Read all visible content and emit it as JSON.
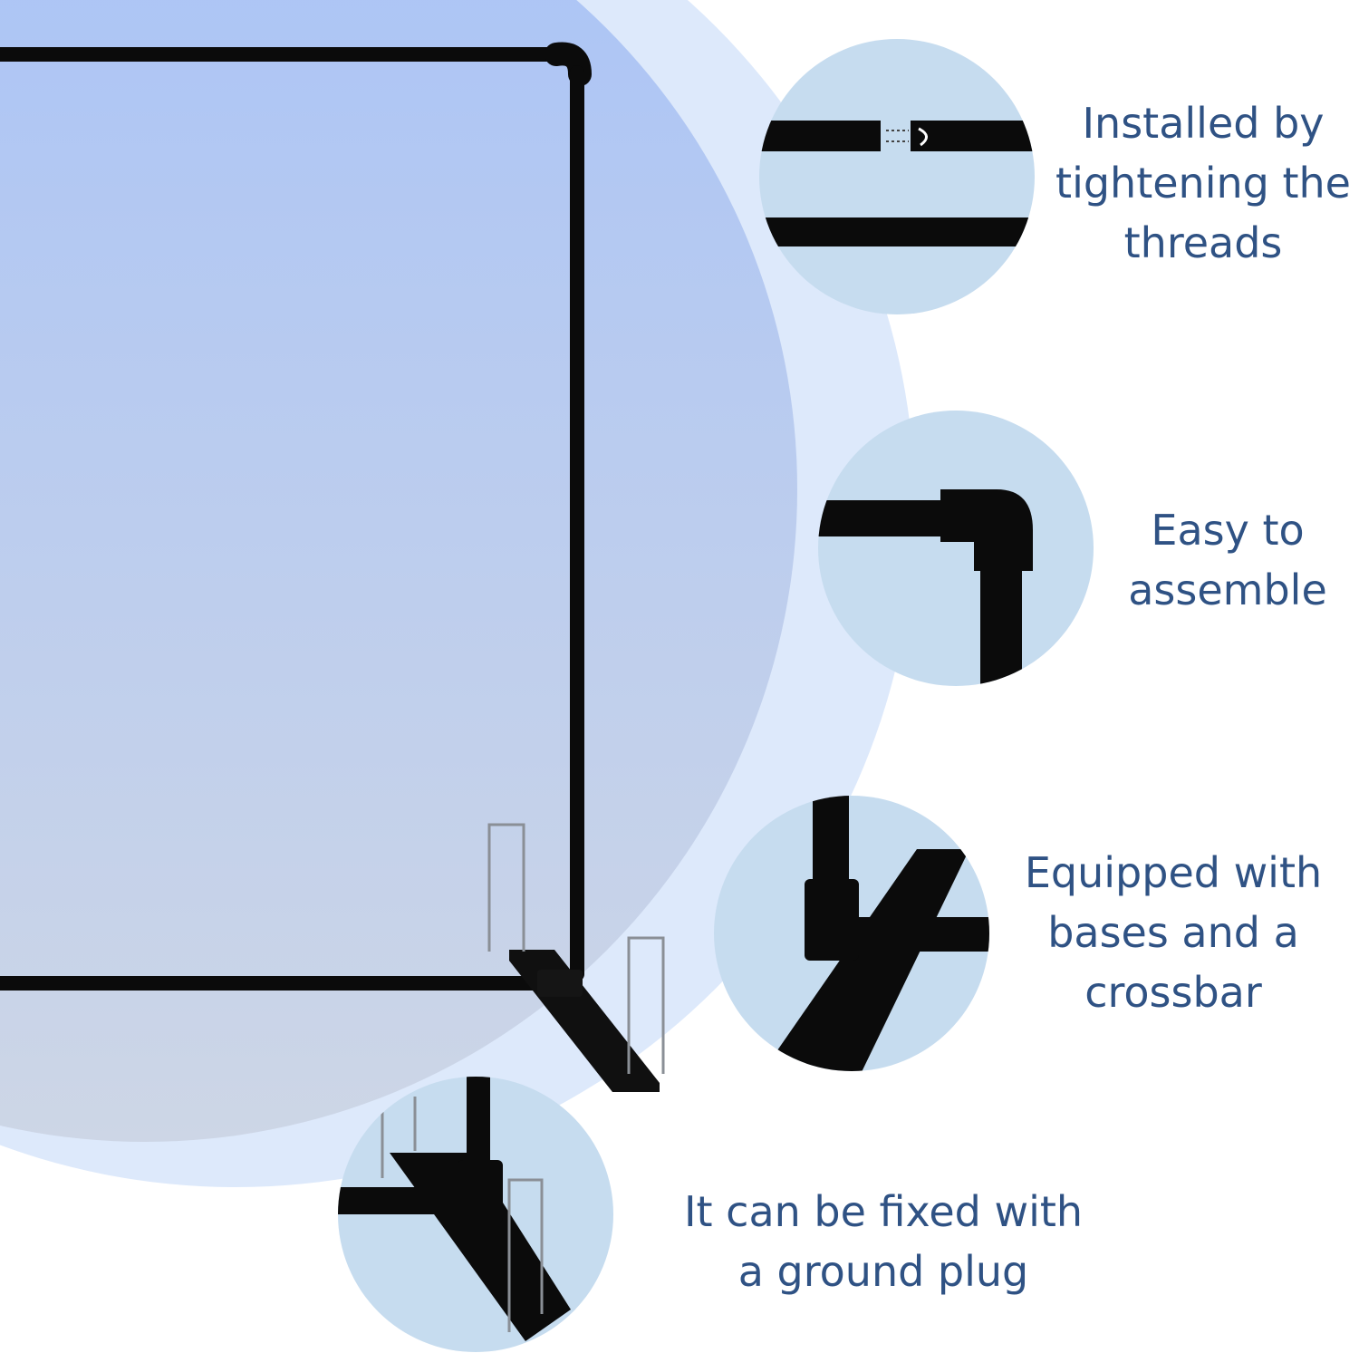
{
  "colors": {
    "background": "#ffffff",
    "halo": "#dde9fb",
    "circle_top": "#a9c3f7",
    "circle_bottom": "#cdd6e6",
    "inset_fill": "#c6dcef",
    "pipe": "#0b0b0b",
    "text": "#2f5284"
  },
  "features": [
    {
      "lines": [
        "Installed by",
        "tightening the",
        "threads"
      ],
      "icon": "threaded-pipe-joint-icon"
    },
    {
      "lines": [
        "Easy to",
        "assemble"
      ],
      "icon": "elbow-connector-icon"
    },
    {
      "lines": [
        "Equipped with",
        "bases and a",
        "crossbar"
      ],
      "icon": "base-crossbar-icon"
    },
    {
      "lines": [
        "It can be fixed with",
        "a ground plug"
      ],
      "icon": "ground-plug-icon"
    }
  ]
}
